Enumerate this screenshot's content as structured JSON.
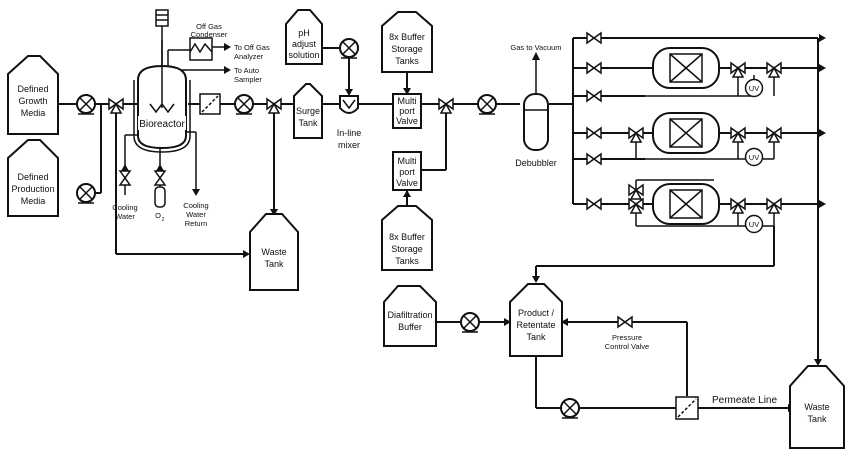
{
  "nodes": {
    "defined_growth_media": [
      "Defined",
      "Growth",
      "Media"
    ],
    "defined_production_media": [
      "Defined",
      "Production",
      "Media"
    ],
    "bioreactor": "Bioreactor",
    "off_gas_condenser": [
      "Off Gas",
      "Condenser"
    ],
    "to_off_gas_analyzer": [
      "To Off Gas",
      "Analyzer"
    ],
    "to_auto_sampler": [
      "To Auto",
      "Sampler"
    ],
    "cooling_water": [
      "Cooling",
      "Water"
    ],
    "o2": "O",
    "o2_sub": "2",
    "cooling_water_return": [
      "Cooling",
      "Water",
      "Return"
    ],
    "waste_tank_1": [
      "Waste",
      "Tank"
    ],
    "surge_tank": [
      "Surge",
      "Tank"
    ],
    "ph_adjust": [
      "pH",
      "adjust",
      "solution"
    ],
    "inline_mixer": [
      "In-line",
      "mixer"
    ],
    "buffer_storage_top": [
      "8x Buffer",
      "Storage",
      "Tanks"
    ],
    "multiport_valve_top": [
      "Multi",
      "port",
      "Valve"
    ],
    "multiport_valve_bottom": [
      "Multi",
      "port",
      "Valve"
    ],
    "buffer_storage_bottom": [
      "8x Buffer",
      "Storage",
      "Tanks"
    ],
    "gas_to_vacuum": "Gas to Vacuum",
    "debubbler": "Debubbler",
    "uv": "UV",
    "diafiltration_buffer": [
      "Diafiltration",
      "Buffer"
    ],
    "product_retentate_tank": [
      "Product /",
      "Retentate",
      "Tank"
    ],
    "pressure_control_valve": [
      "Pressure",
      "Control Valve"
    ],
    "permeate_line": "Permeate Line",
    "waste_tank_2": [
      "Waste",
      "Tank"
    ]
  }
}
